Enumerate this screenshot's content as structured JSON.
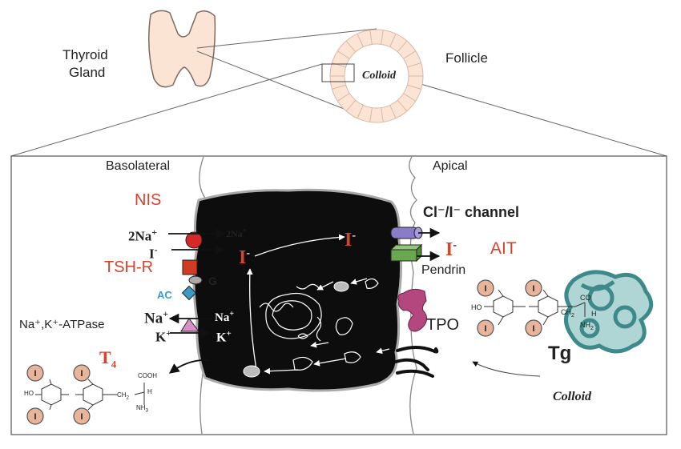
{
  "top": {
    "thyroid_label_line1": "Thyroid",
    "thyroid_label_line2": "Gland",
    "follicle_label": "Follicle",
    "colloid_label": "Colloid"
  },
  "panel": {
    "basolateral": "Basolateral",
    "apical": "Apical",
    "nis": "NIS",
    "na_in": "2Na",
    "na_plus": "+",
    "iodide_in": "I",
    "iodide_minus": "-",
    "na_out": "2Na",
    "tshr": "TSH-R",
    "g_protein": "G",
    "ac": "AC",
    "atpase": "Na⁺,K⁺-ATPase",
    "na_left": "Na",
    "k_left": "K",
    "na_right": "Na",
    "k_right": "K",
    "t4": "T",
    "t4_sub": "4",
    "iodide_cell": "I",
    "iodide_apical": "I",
    "channel": "Cl⁻/I⁻ channel",
    "iodide_out": "I",
    "ait": "AIT",
    "pendrin": "Pendrin",
    "tpo": "TPO",
    "tg": "Tg",
    "colloid_bottom": "Colloid",
    "iodine_atom": "I",
    "ho": "HO",
    "cooh": "COOH",
    "h": "H",
    "nh2": "NH",
    "co": "CO",
    "ch2": "CH"
  },
  "colors": {
    "red_label": "#d7432d",
    "nis_symporter": "#d62828",
    "tshr_box": "#d23a22",
    "ac_diamond": "#3a9cc4",
    "atpase_triangle": "#d98fc8",
    "cl_channel": "#8b7cc8",
    "pendrin_box": "#6aa84f",
    "tpo": "#b5477f",
    "iodine_circle": "#e8b49a",
    "thyroid_fill": "#fbe4d4",
    "thyroglobulin": "#3e8a8a"
  }
}
